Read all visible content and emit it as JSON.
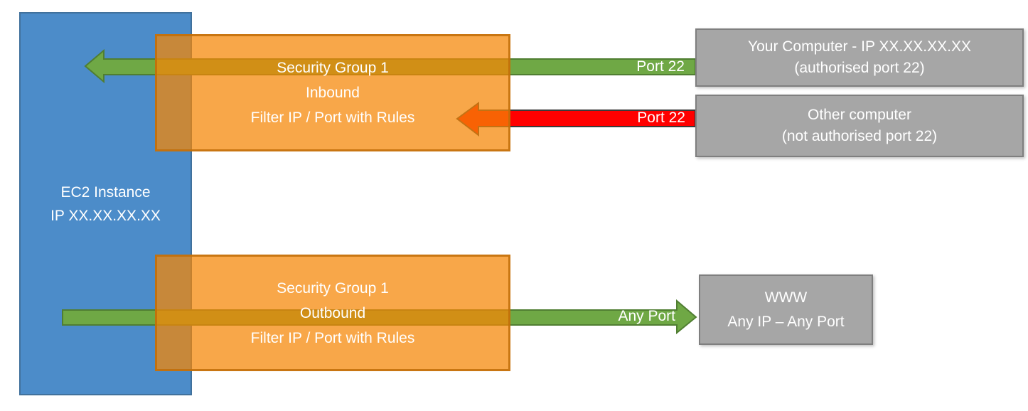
{
  "colors": {
    "blue_fill": "#4c8cc9",
    "blue_border": "#41719c",
    "green_fill": "#6fa845",
    "green_border": "#507e32",
    "red_fill": "#ff0000",
    "red_border": "#3b3b3b",
    "orange_fill": "rgba(245,135,5,0.73)",
    "orange_border": "rgba(193,109,8,0.85)",
    "gray_fill": "#a6a6a6",
    "gray_border": "#7f7f7f",
    "text_color": "#ffffff"
  },
  "ec2_box": {
    "line1": "EC2 Instance",
    "line2": "IP XX.XX.XX.XX"
  },
  "inbound_box": {
    "line1": "Security Group 1",
    "line2": "Inbound",
    "line3": "Filter IP / Port with Rules"
  },
  "outbound_box": {
    "line1": "Security Group 1",
    "line2": "Outbound",
    "line3": "Filter IP / Port with Rules"
  },
  "your_computer_box": {
    "line1": "Your Computer - IP XX.XX.XX.XX",
    "line2": "(authorised port 22)"
  },
  "other_computer_box": {
    "line1": "Other computer",
    "line2": "(not authorised port 22)"
  },
  "www_box": {
    "line1": "WWW",
    "line2": "Any IP – Any Port"
  },
  "arrow_labels": {
    "inbound_allowed": "Port 22",
    "inbound_blocked": "Port 22",
    "outbound": "Any Port"
  }
}
